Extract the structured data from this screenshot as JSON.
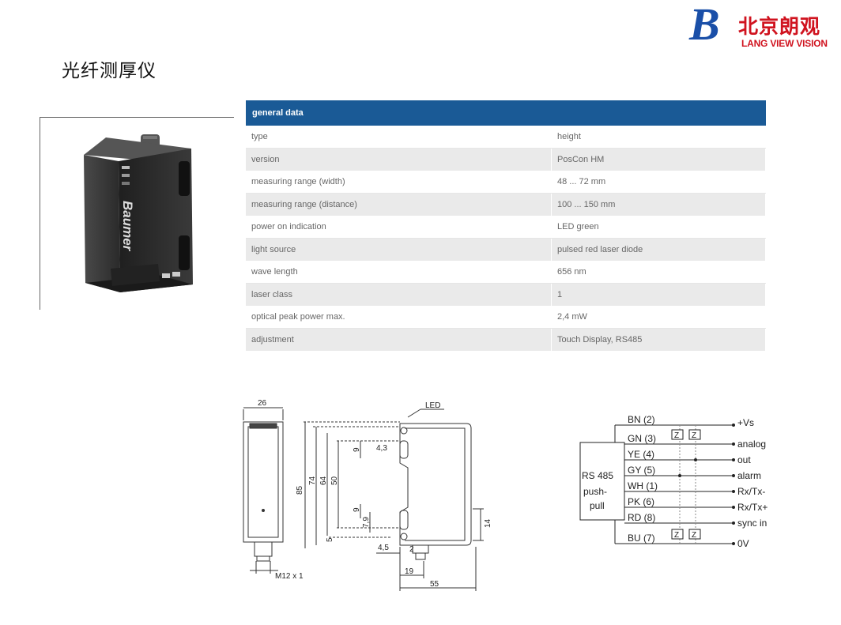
{
  "logo": {
    "mark": "B",
    "chinese": "北京朗观",
    "english": "LANG VIEW VISION"
  },
  "page_title": "光纤测厚仪",
  "product_photo": {
    "brand_text": "Baumer"
  },
  "spec_table": {
    "header": "general data",
    "rows": [
      {
        "label": "type",
        "value": "height"
      },
      {
        "label": "version",
        "value": "PosCon HM"
      },
      {
        "label": "measuring range (width)",
        "value": "48 ... 72 mm"
      },
      {
        "label": "measuring range (distance)",
        "value": "100 ... 150 mm"
      },
      {
        "label": "power on indication",
        "value": "LED green"
      },
      {
        "label": "light source",
        "value": "pulsed red laser diode"
      },
      {
        "label": "wave length",
        "value": "656 nm"
      },
      {
        "label": "laser class",
        "value": "1"
      },
      {
        "label": "optical peak power max.",
        "value": "2,4 mW"
      },
      {
        "label": "adjustment",
        "value": "Touch Display, RS485"
      }
    ]
  },
  "dimension_drawing": {
    "width_26": "26",
    "led": "LED",
    "d85": "85",
    "d74": "74",
    "d64": "64",
    "d50": "50",
    "d9a": "9",
    "d43": "4,3",
    "d9b": "9",
    "d79": "7,9",
    "d5": "5",
    "d45": "4,5",
    "d2": "2",
    "d14": "14",
    "d19": "19",
    "d55": "55",
    "thread": "M12 x 1"
  },
  "wiring_diagram": {
    "box_label_1": "RS 485",
    "box_label_2": "push-",
    "box_label_3": "pull",
    "zener": "Z",
    "wires": [
      {
        "name": "BN (2)",
        "signal": "+Vs"
      },
      {
        "name": "GN (3)",
        "signal": "analog"
      },
      {
        "name": "YE (4)",
        "signal": "out"
      },
      {
        "name": "GY (5)",
        "signal": "alarm"
      },
      {
        "name": "WH (1)",
        "signal": "Rx/Tx-"
      },
      {
        "name": "PK (6)",
        "signal": "Rx/Tx+"
      },
      {
        "name": "RD (8)",
        "signal": "sync in"
      },
      {
        "name": "BU (7)",
        "signal": "0V"
      }
    ]
  }
}
